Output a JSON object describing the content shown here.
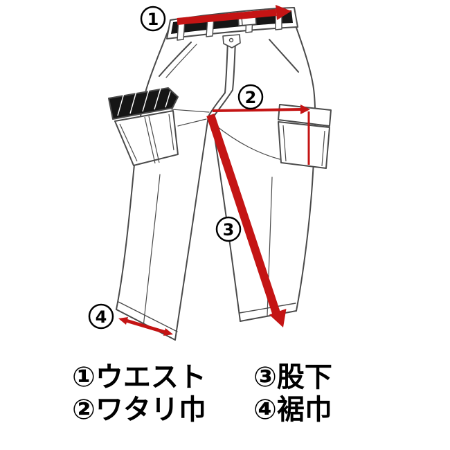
{
  "page": {
    "background": "#ffffff"
  },
  "diagram": {
    "subject": "pants-measurement-guide",
    "colors": {
      "arrow_red": "#c41414",
      "line_gray": "#4a4a4a",
      "belt_black": "#161616"
    },
    "markers": [
      {
        "number": "1",
        "name": "waist",
        "label": "ウエスト"
      },
      {
        "number": "2",
        "name": "thigh-width",
        "label": "ワタリ巾"
      },
      {
        "number": "3",
        "name": "inseam",
        "label": "股下"
      },
      {
        "number": "4",
        "name": "hem-width",
        "label": "裾巾"
      }
    ]
  },
  "legend": {
    "items": [
      {
        "num": "①",
        "label": "ウエスト"
      },
      {
        "num": "②",
        "label": "ワタリ巾"
      },
      {
        "num": "③",
        "label": "股下"
      },
      {
        "num": "④",
        "label": "裾巾"
      }
    ]
  }
}
